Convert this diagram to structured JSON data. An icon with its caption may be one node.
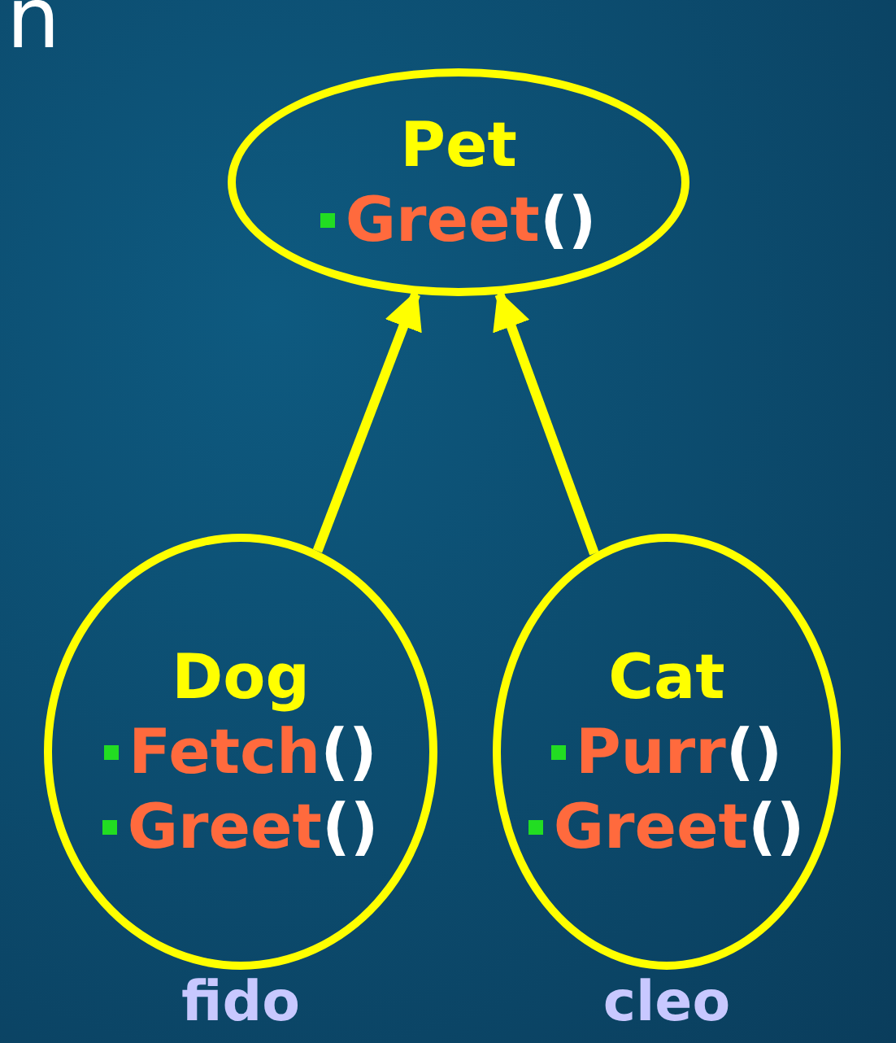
{
  "diagram": {
    "nodes": [
      {
        "text": [
          "Pet",
          "Greet()"
        ]
      },
      {
        "text": [
          "Dog",
          "Fetch()",
          "Greet()"
        ],
        "beside": [
          "fido"
        ]
      },
      {
        "text": [
          "Cat",
          "Purr()",
          "Greet()"
        ],
        "beside": [
          "cleo"
        ]
      }
    ],
    "edges": [
      {
        "from": 1,
        "to": 0,
        "arrow": "to"
      },
      {
        "from": 2,
        "to": 0,
        "arrow": "to"
      }
    ],
    "labels": [
      "n"
    ]
  }
}
